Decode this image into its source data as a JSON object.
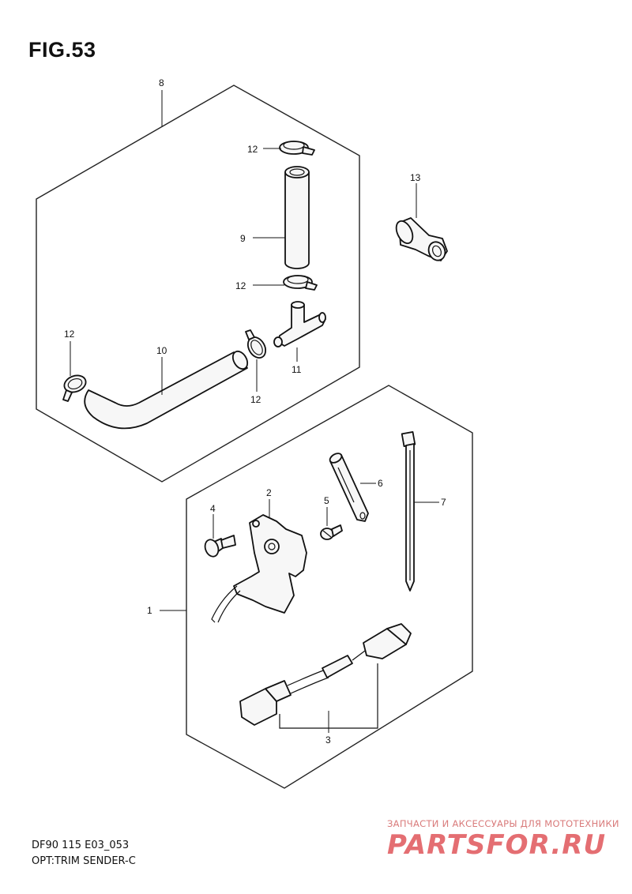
{
  "figure": {
    "title": "FIG.53"
  },
  "footer": {
    "model_code": "DF90 115 E03_053",
    "subtitle": "OPT:TRIM SENDER-C"
  },
  "watermark": {
    "tagline": "ЗАПЧАСТИ И АКСЕССУАРЫ ДЛЯ МОТОТЕХНИКИ",
    "brand": "PARTSFOR.RU"
  },
  "callouts": {
    "c1": "1",
    "c2": "2",
    "c3": "3",
    "c4": "4",
    "c5": "5",
    "c6": "6",
    "c7": "7",
    "c8": "8",
    "c9": "9",
    "c10": "10",
    "c11": "11",
    "c12a": "12",
    "c12b": "12",
    "c12c": "12",
    "c12d": "12",
    "c13": "13"
  },
  "colors": {
    "line": "#111111",
    "watermark": "#e0555a"
  }
}
